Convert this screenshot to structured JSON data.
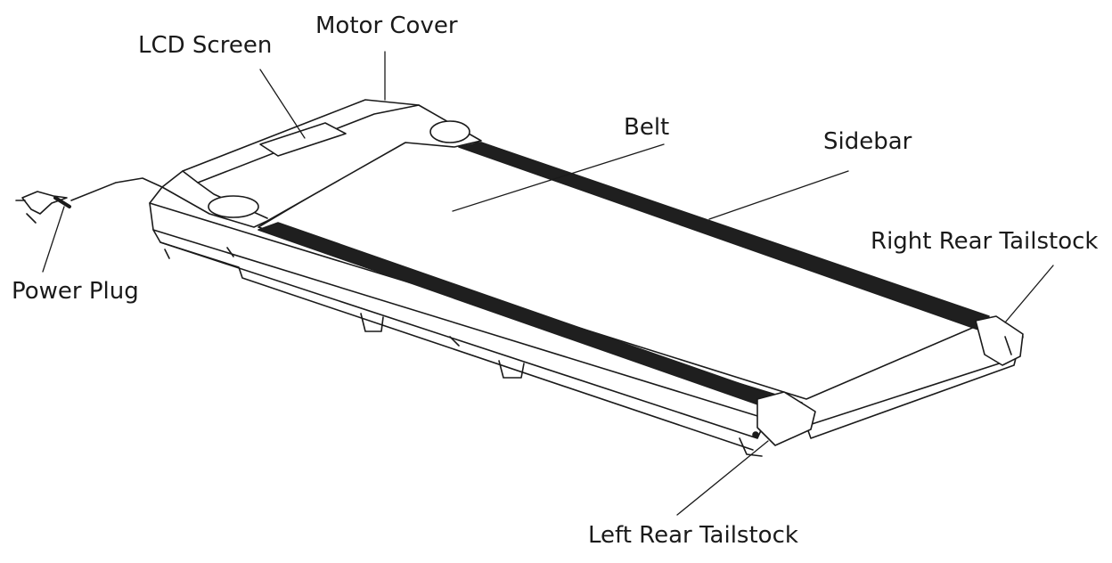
{
  "labels": {
    "motor_cover": "Motor Cover",
    "lcd_screen": "LCD Screen",
    "belt": "Belt",
    "sidebar": "Sidebar",
    "right_rear_tailstock": "Right Rear Tailstock",
    "power_plug": "Power Plug",
    "left_rear_tailstock": "Left Rear Tailstock"
  },
  "colors": {
    "line": "#1a1a1a",
    "belt_strip": "#1f1f1f",
    "surface": "#ffffff"
  }
}
